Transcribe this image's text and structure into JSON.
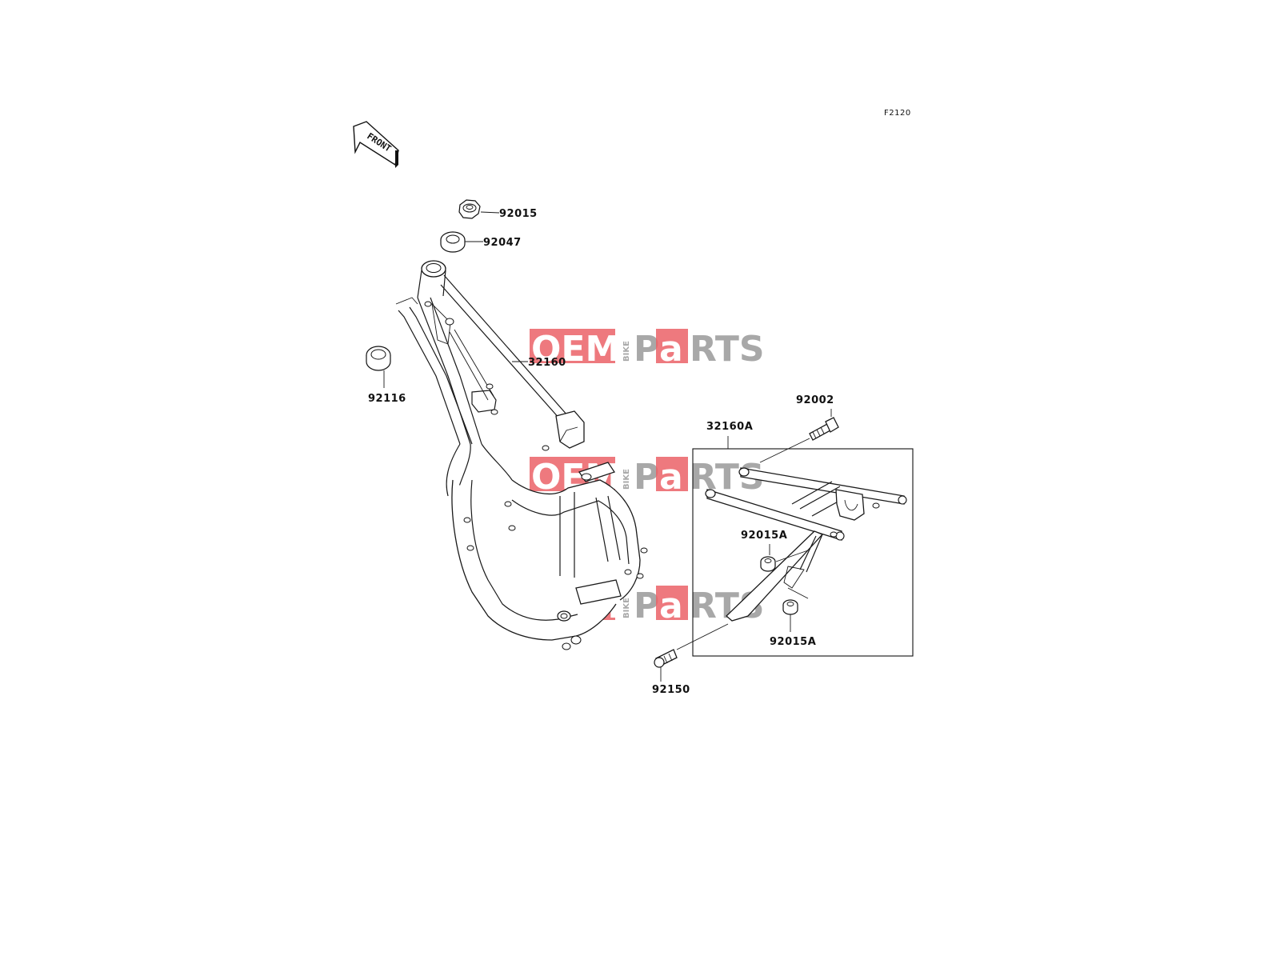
{
  "figure_code": "F2120",
  "front_label": "FRONT",
  "watermark": {
    "part1": "OEM",
    "part2": "BIKE",
    "part3": "P",
    "part4": "a",
    "part5": "RTS",
    "color_red": "#e8474c",
    "color_gray": "#9a9a9a"
  },
  "callouts": {
    "c92015": "92015",
    "c92047": "92047",
    "c92116": "92116",
    "c32160": "32160",
    "c92002": "92002",
    "c32160A": "32160A",
    "c92015A_upper": "92015A",
    "c92015A_lower": "92015A",
    "c92150": "92150"
  }
}
